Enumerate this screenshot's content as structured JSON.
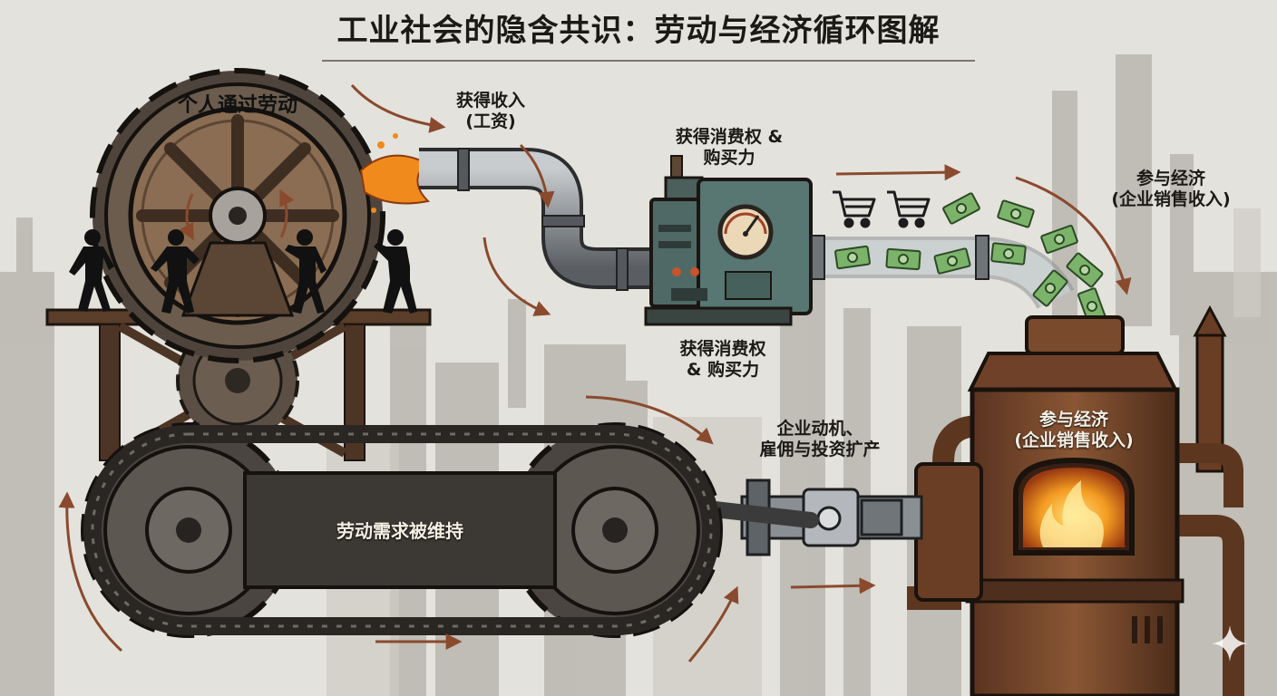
{
  "title": "工业社会的隐含共识：劳动与经济循环图解",
  "labels": {
    "labor": "个人通过劳动",
    "income_l1": "获得收入",
    "income_l2": "(工资)",
    "consume_top_l1": "获得消费权 &",
    "consume_top_l2": "购买力",
    "consume_bottom_l1": "获得消费权",
    "consume_bottom_l2": "& 购买力",
    "economy_top_l1": "参与经济",
    "economy_top_l2": "(企业销售收入)",
    "economy_boiler_l1": "参与经济",
    "economy_boiler_l2": "(企业销售收入)",
    "motive_l1": "企业动机、",
    "motive_l2": "雇佣与投资扩产",
    "demand": "劳动需求被维持"
  },
  "icons": [
    "gear-icon",
    "worker-icon",
    "pipe-icon",
    "gauge-icon",
    "shopping-cart-icon",
    "money-bill-icon",
    "boiler-icon",
    "fire-icon",
    "piston-icon",
    "conveyor-belt-icon",
    "arrow-icon"
  ],
  "colors": {
    "arrow": "#8a4a2e",
    "rust": "#7a4a2c",
    "iron": "#4a4540",
    "machine": "#4f6a66",
    "money": "#6fa35a",
    "fire": "#f08a1c",
    "background": "#e4e2dc"
  }
}
